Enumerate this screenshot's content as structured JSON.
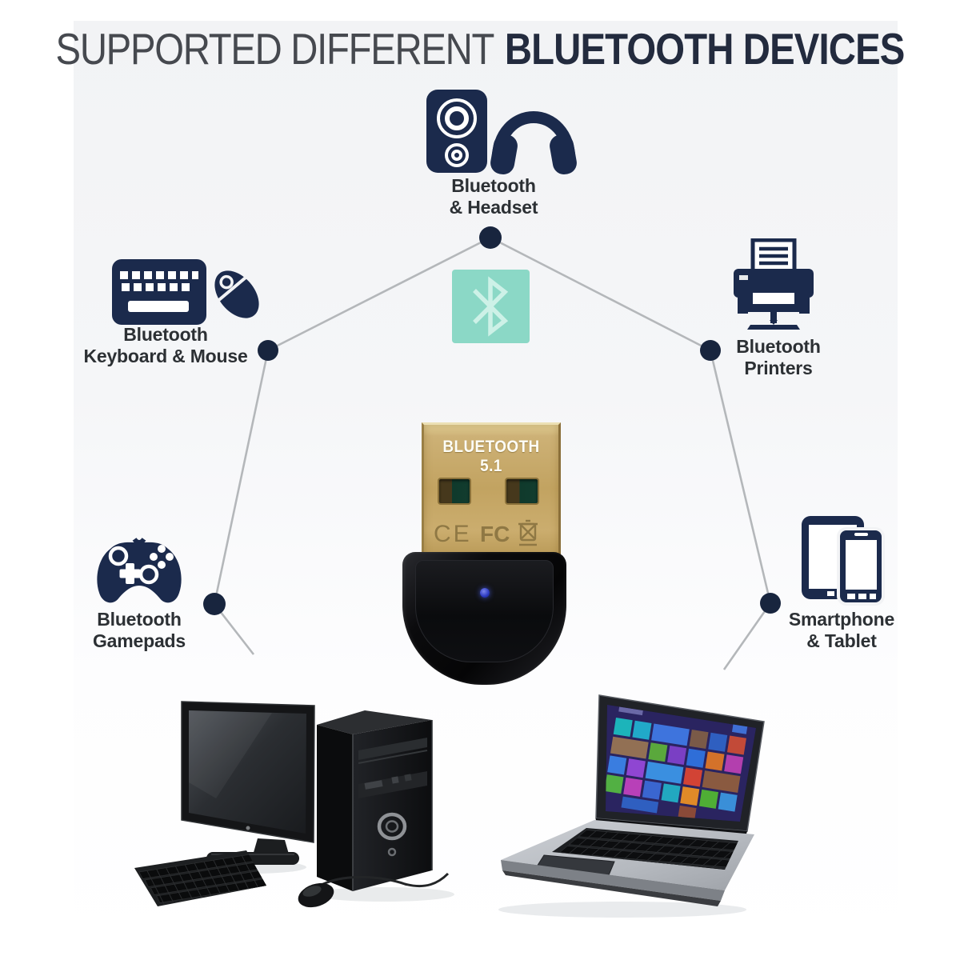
{
  "title": {
    "prefix": "SUPPORTED DIFFERENT",
    "emphasis": "BLUETOOTH DEVICES"
  },
  "devices": [
    {
      "id": "headset",
      "line1": "Bluetooth",
      "line2": "& Headset",
      "icons": [
        "speaker-icon",
        "headphones-icon"
      ]
    },
    {
      "id": "keyboard-mouse",
      "line1": "Bluetooth",
      "line2": "Keyboard & Mouse",
      "icons": [
        "keyboard-icon",
        "mouse-icon"
      ]
    },
    {
      "id": "printers",
      "line1": "Bluetooth",
      "line2": "Printers",
      "icons": [
        "printer-icon"
      ]
    },
    {
      "id": "gamepads",
      "line1": "Bluetooth",
      "line2": "Gamepads",
      "icons": [
        "gamepad-icon"
      ]
    },
    {
      "id": "smartphone-tablet",
      "line1": "Smartphone",
      "line2": "& Tablet",
      "icons": [
        "tablet-icon",
        "smartphone-icon"
      ]
    }
  ],
  "hub": {
    "icon": "bluetooth-symbol-icon",
    "tile_color": "#8bd8c6",
    "glyph_color": "#cdf1e7"
  },
  "adapter": {
    "print": "BLUETOOTH 5.1",
    "cert_ce": "CE",
    "cert_fc": "FC",
    "weee_mark": "crossed-out-bin-icon",
    "led_color": "#3a49d0",
    "connector_color": "#c2a361",
    "body_color": "#0b0b0d"
  },
  "photos": {
    "bottom_left": "desktop-computer",
    "bottom_right": "laptop-with-tile-screen",
    "laptop_screen_palette": [
      "#1cb4ba",
      "#3e74dd",
      "#7a3fc4",
      "#b840b8",
      "#d24335",
      "#e08a28",
      "#52b043",
      "#3a8fe0",
      "#8a6a52",
      "#241f55"
    ]
  },
  "colors": {
    "icon_navy": "#1b2a4c",
    "node": "#18253e",
    "line": "#b4b7ba",
    "title_light": "#46494f",
    "title_bold": "#232b3e",
    "label_text": "#2c3034",
    "background": "#f2f3f5"
  }
}
